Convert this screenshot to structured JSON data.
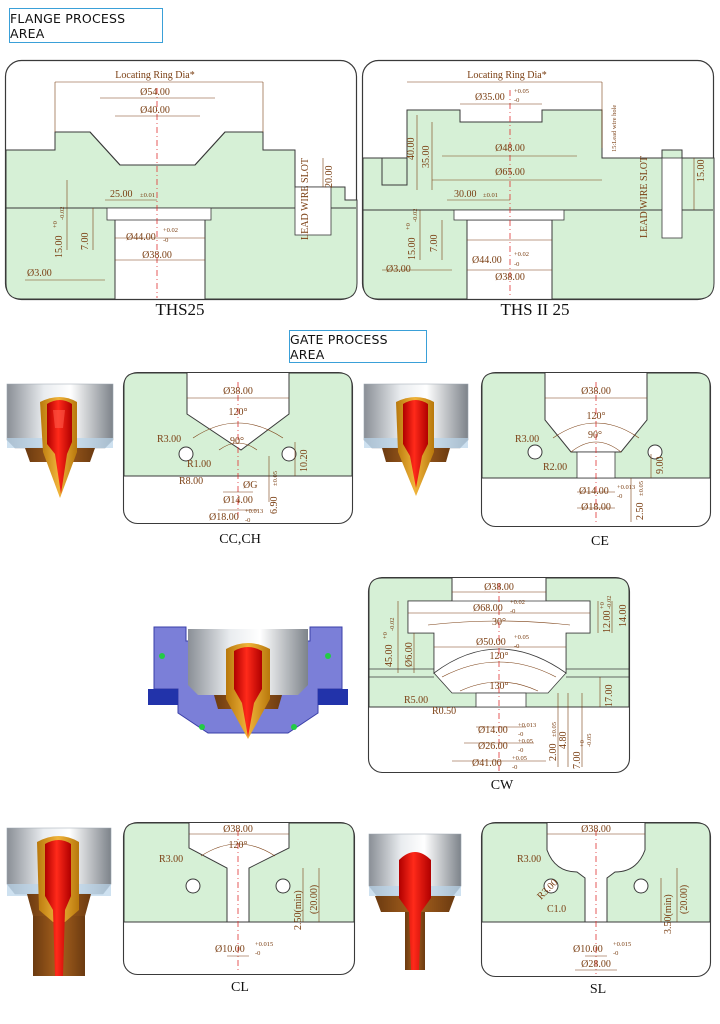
{
  "sections": {
    "flange_title": "FLANGE PROCESS AREA",
    "gate_title": "GATE PROCESS AREA"
  },
  "colors": {
    "accent_border": "#3aa0d8",
    "mold_green": "#d6f0d6",
    "outline": "#3a3a3a",
    "dimension": "#7a3e12",
    "centerline": "#e03030",
    "melt_red": "#e01818",
    "insulator_gold": "#d99a18"
  },
  "flange": {
    "ths25": {
      "caption": "THS25",
      "locating_ring": "Locating Ring Dia*",
      "d54": "Ø54.00",
      "d40": "Ø40.00",
      "lead_slot": "LEAD WIRE SLOT",
      "h20": "20.00",
      "w25": "25.00",
      "w25_tol": "±0.01",
      "h15": "15.00",
      "h15_tol_up": "+0",
      "h15_tol_dn": "-0.02",
      "h7": "7.00",
      "d44": "Ø44.00",
      "d44_tol_up": "+0.02",
      "d44_tol_dn": "-0",
      "d38": "Ø38.00",
      "d3": "Ø3.00"
    },
    "thsii25": {
      "caption": "THS II 25",
      "locating_ring": "Locating Ring Dia*",
      "d35": "Ø35.00",
      "d35_tol_up": "+0.05",
      "d35_tol_dn": "-0",
      "lead_hole": "15:Lead wire hole",
      "h40": "40.00",
      "h35": "35.00",
      "d48": "Ø48.00",
      "d65": "Ø65.00",
      "lead_slot": "LEAD WIRE SLOT",
      "h15b": "15.00",
      "w30": "30.00",
      "w30_tol": "±0.01",
      "h15": "15.00",
      "h15_tol_up": "+0",
      "h15_tol_dn": "-0.02",
      "h7": "7.00",
      "d44": "Ø44.00",
      "d44_tol_up": "+0.02",
      "d44_tol_dn": "-0",
      "d38": "Ø38.00",
      "d3": "Ø3.00"
    }
  },
  "gates": {
    "cc_ch": {
      "caption": "CC,CH",
      "d38": "Ø38.00",
      "a120": "120°",
      "a90": "90°",
      "r3": "R3.00",
      "r1": "R1.00",
      "r8": "R8.00",
      "og": "ØG",
      "d14": "Ø14.00",
      "d18": "Ø18.00",
      "d18_tol_up": "+0.013",
      "d18_tol_dn": "-0",
      "h690": "6.90",
      "h690_tol": "±0.05",
      "h1020": "10.20"
    },
    "ce": {
      "caption": "CE",
      "d38": "Ø38.00",
      "a120": "120°",
      "a90": "90°",
      "r3": "R3.00",
      "r2": "R2.00",
      "d14": "Ø14.00",
      "d14_tol_up": "+0.013",
      "d14_tol_dn": "-0",
      "d18": "Ø18.00",
      "h9": "9.00",
      "h250": "2.50",
      "h250_tol": "±0.05"
    },
    "cw": {
      "caption": "CW",
      "d38": "Ø38.00",
      "d68": "Ø68.00",
      "d68_tol_up": "+0.02",
      "d68_tol_dn": "-0",
      "a30": "30°",
      "h45": "45.00",
      "h45_tol_up": "+0",
      "h45_tol_dn": "-0.02",
      "d6": "Ø6.00",
      "h12": "12.00",
      "h12_tol_up": "+0",
      "h12_tol_dn": "-0.02",
      "h14": "14.00",
      "d50": "Ø50.00",
      "d50_tol_up": "+0.05",
      "d50_tol_dn": "-0",
      "a120": "120°",
      "a130": "130°",
      "r5": "R5.00",
      "r05": "R0.50",
      "h17": "17.00",
      "d14": "Ø14.00",
      "d14_tol_up": "+0.013",
      "d14_tol_dn": "-0",
      "d26": "Ø26.00",
      "d26_tol_up": "+0.05",
      "d26_tol_dn": "-0",
      "d41": "Ø41.00",
      "d41_tol_up": "+0.05",
      "d41_tol_dn": "-0",
      "h2": "2.00",
      "h2_tol": "±0.05",
      "h48": "4.80",
      "h7": "7.00",
      "h7_tol_up": "+0",
      "h7_tol_dn": "-0.05"
    },
    "cl": {
      "caption": "CL",
      "d38": "Ø38.00",
      "a120": "120°",
      "r3": "R3.00",
      "h250": "2.50(min)",
      "h20": "(20.00)",
      "d10": "Ø10.00",
      "d10_tol_up": "+0.015",
      "d10_tol_dn": "-0"
    },
    "sl": {
      "caption": "SL",
      "d38": "Ø38.00",
      "r3a": "R3.00",
      "r3b": "R3.00",
      "c1": "C1.0",
      "h350": "3.50(min)",
      "h20": "(20.00)",
      "d10": "Ø10.00",
      "d10_tol_up": "+0.015",
      "d10_tol_dn": "-0",
      "d28": "Ø28.00"
    }
  }
}
